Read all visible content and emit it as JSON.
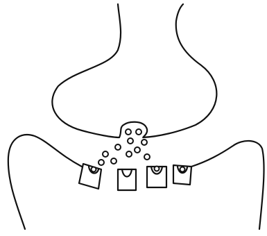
{
  "diagram": {
    "stroke_color": "#111111",
    "background_color": "#ffffff",
    "components": [
      "presynaptic-terminal",
      "postsynaptic-membrane",
      "vesicle-fusing-with-membrane",
      "free-vesicle",
      "receptor",
      "bound-neurotransmitter"
    ],
    "free_vesicle_count": 9,
    "receptor_count": 4
  }
}
